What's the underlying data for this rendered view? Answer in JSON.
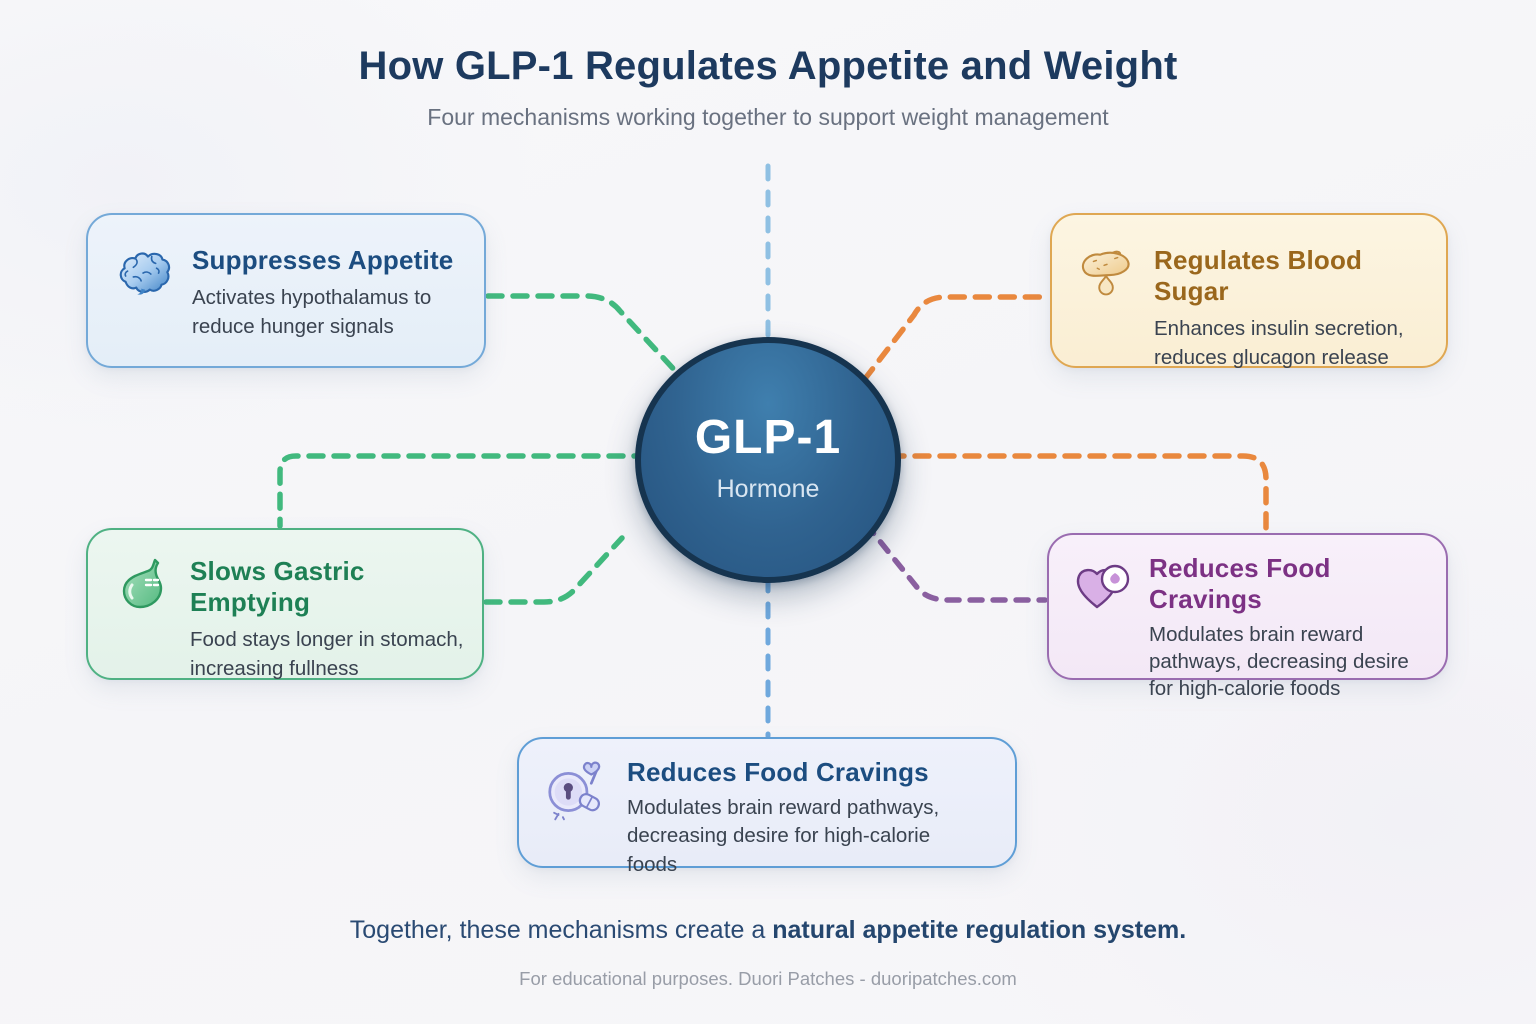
{
  "header": {
    "title": "How GLP-1 Regulates Appetite and Weight",
    "subtitle": "Four mechanisms working together to support weight management"
  },
  "center": {
    "name": "GLP-1",
    "label": "Hormone"
  },
  "cards": [
    {
      "icon": "brain-icon",
      "title": "Suppresses Appetite",
      "body": "Activates hypothalamus to reduce hunger signals",
      "accent": "#74a9d8",
      "title_color": "#1c4d80"
    },
    {
      "icon": "pancreas-icon",
      "title": "Regulates Blood Sugar",
      "body": "Enhances insulin secretion, reduces glucagon release",
      "accent": "#dfa752",
      "title_color": "#9a671c"
    },
    {
      "icon": "stomach-icon",
      "title": "Slows Gastric Emptying",
      "body": "Food stays longer in stomach, increasing fullness",
      "accent": "#4fb183",
      "title_color": "#1e8055"
    },
    {
      "icon": "heart-craving-icon",
      "title": "Reduces Food Cravings",
      "body": "Modulates brain reward pathways, decreasing desire for high-calorie foods",
      "accent": "#9a6cb0",
      "title_color": "#7c3184"
    },
    {
      "icon": "craving-control-icon",
      "title": "Reduces Food Cravings",
      "body": "Modulates brain reward pathways, decreasing desire for high-calorie foods",
      "accent": "#5f9ed6",
      "title_color": "#1c4d80"
    }
  ],
  "connectors": {
    "blue": "#8fc0e3",
    "green": "#41b97e",
    "orange": "#e9883e",
    "purple": "#8a5fa0"
  },
  "footer": {
    "line_regular": "Together, these mechanisms create a ",
    "line_bold": "natural appetite regulation system.",
    "note": "For educational purposes. Duori Patches - duoripatches.com"
  }
}
